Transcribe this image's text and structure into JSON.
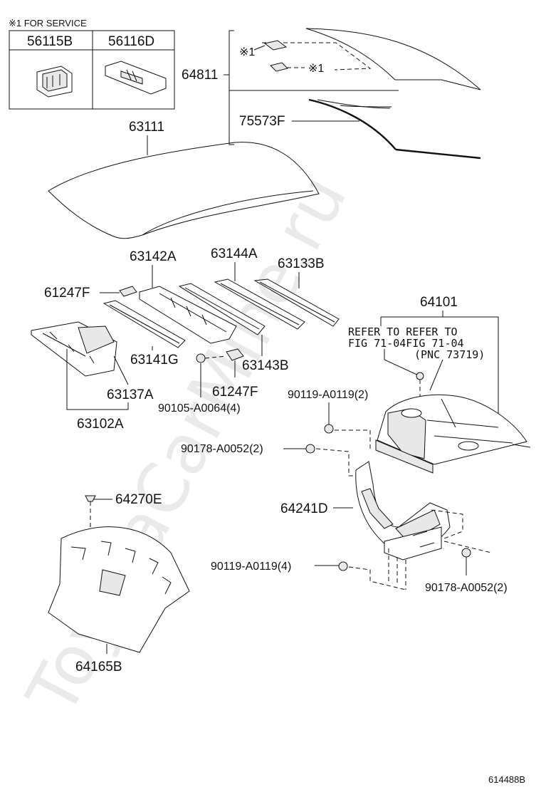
{
  "service_note": "※1 FOR SERVICE",
  "service_parts": [
    "56115B",
    "56116D"
  ],
  "labels": {
    "p64811": "64811",
    "p75573F": "75573F",
    "p63111": "63111",
    "p63142A": "63142A",
    "p63144A": "63144A",
    "p63133B": "63133B",
    "p61247F_a": "61247F",
    "p64101": "64101",
    "p63141G": "63141G",
    "p63143B": "63143B",
    "p63137A": "63137A",
    "p61247F_b": "61247F",
    "p90105": "90105-A0064(4)",
    "p63102A": "63102A",
    "p90119_a": "90119-A0119(2)",
    "p90178_a": "90178-A0052(2)",
    "p64270E": "64270E",
    "p64241D": "64241D",
    "p90119_b": "90119-A0119(4)",
    "p90178_b": "90178-A0052(2)",
    "p64165B": "64165B",
    "mark1_a": "※1",
    "mark1_b": "※1"
  },
  "refer": {
    "line1": "REFER TO REFER TO",
    "line2": "FIG 71-04FIG 71-04",
    "line3": "(PNC 73719)"
  },
  "figure_id": "614488B",
  "watermark": "ToyotaCarMine.ru"
}
